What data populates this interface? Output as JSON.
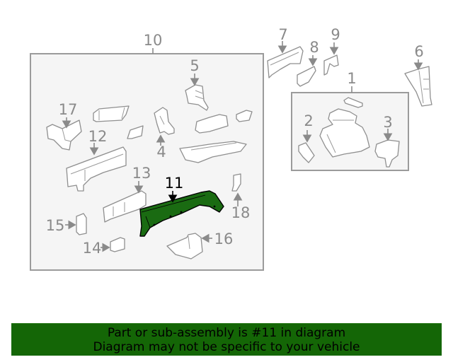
{
  "diagram": {
    "highlighted_part": "11",
    "highlight_color": "#1a6b12",
    "box_main_label": "10",
    "box_sub_label": "1",
    "callouts": {
      "p1": "1",
      "p2": "2",
      "p3": "3",
      "p4": "4",
      "p5": "5",
      "p6": "6",
      "p7": "7",
      "p8": "8",
      "p9": "9",
      "p10": "10",
      "p11": "11",
      "p12": "12",
      "p13": "13",
      "p14": "14",
      "p15": "15",
      "p16": "16",
      "p17": "17",
      "p18": "18"
    }
  },
  "banner": {
    "line1": "Part or sub-assembly is #11 in diagram",
    "line2": "Diagram may not be specific to your vehicle",
    "color": "#146606"
  }
}
